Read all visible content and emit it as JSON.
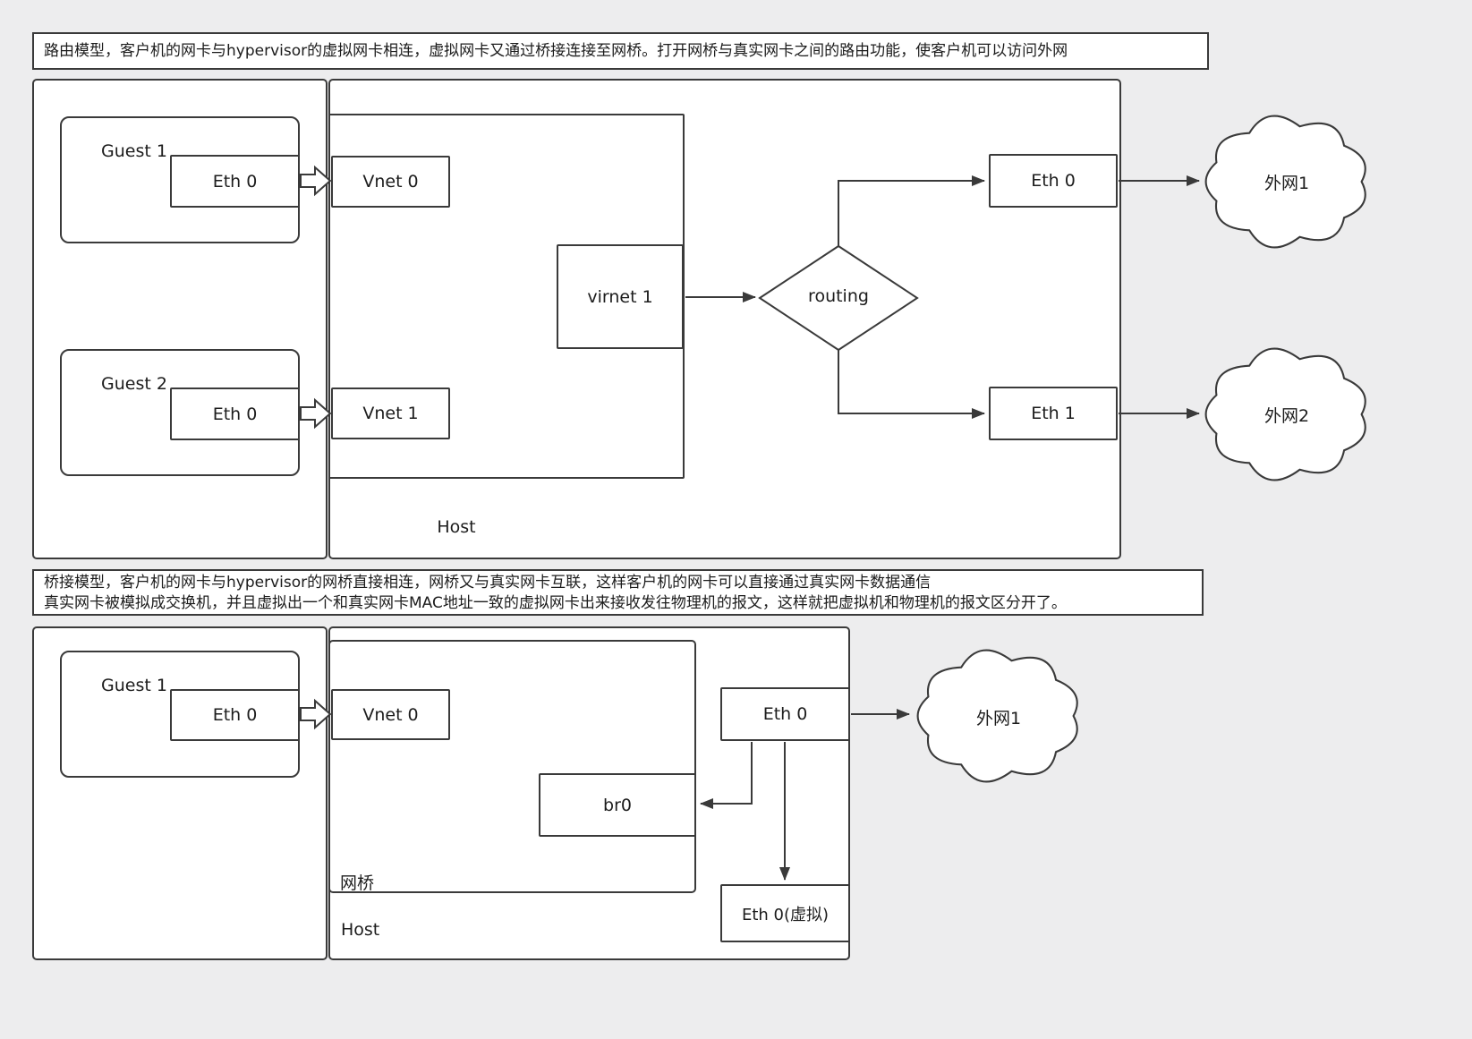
{
  "colors": {
    "background": "#ededee",
    "box_fill": "#ffffff",
    "stroke": "#3a3a3a"
  },
  "top": {
    "caption": "路由模型，客户机的网卡与hypervisor的虚拟网卡相连，虚拟网卡又通过桥接连接至网桥。打开网桥与真实网卡之间的路由功能，使客户机可以访问外网",
    "guest1_label": "Guest 1",
    "guest1_eth": "Eth 0",
    "guest2_label": "Guest 2",
    "guest2_eth": "Eth 0",
    "vnet0": "Vnet 0",
    "vnet1": "Vnet 1",
    "virnet1": "virnet 1",
    "routing": "routing",
    "host_label": "Host",
    "eth0": "Eth 0",
    "eth1": "Eth 1",
    "wan1": "外网1",
    "wan2": "外网2"
  },
  "bottom": {
    "caption_line1": "桥接模型，客户机的网卡与hypervisor的网桥直接相连，网桥又与真实网卡互联，这样客户机的网卡可以直接通过真实网卡数据通信",
    "caption_line2": "真实网卡被模拟成交换机，并且虚拟出一个和真实网卡MAC地址一致的虚拟网卡出来接收发往物理机的报文，这样就把虚拟机和物理机的报文区分开了。",
    "guest1_label": "Guest 1",
    "guest1_eth": "Eth 0",
    "vnet0": "Vnet 0",
    "br0": "br0",
    "bridge_label": "网桥",
    "host_label": "Host",
    "eth0": "Eth 0",
    "eth0_virtual": "Eth 0(虚拟)",
    "wan1": "外网1"
  }
}
